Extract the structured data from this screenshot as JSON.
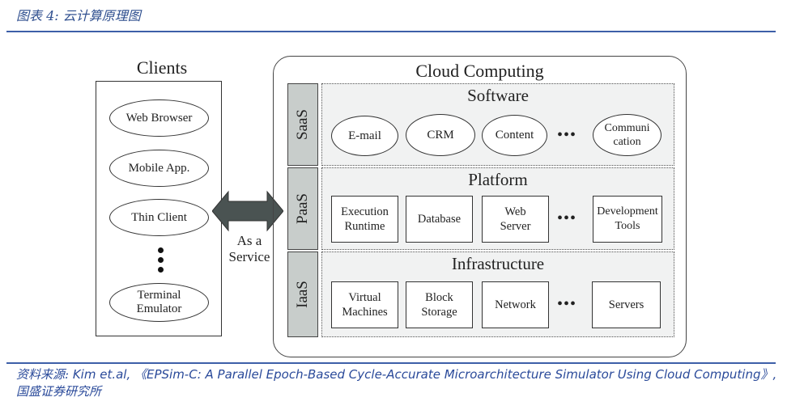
{
  "figure": {
    "title": "图表 4:  云计算原理图"
  },
  "clients": {
    "title": "Clients",
    "items": [
      "Web Browser",
      "Mobile App.",
      "Thin Client",
      "Terminal\nEmulator"
    ],
    "ellipsis": "vertical-dots"
  },
  "connector": {
    "icon": "double-arrow-icon",
    "label_line1": "As a",
    "label_line2": "Service",
    "color": "#4a5352"
  },
  "cloud": {
    "title": "Cloud Computing",
    "layers": [
      {
        "tag": "SaaS",
        "title": "Software",
        "shape": "ellipse",
        "items": [
          "E-mail",
          "CRM",
          "Content",
          "Communi\ncation"
        ]
      },
      {
        "tag": "PaaS",
        "title": "Platform",
        "shape": "rect",
        "items": [
          "Execution\nRuntime",
          "Database",
          "Web\nServer",
          "Development\nTools"
        ]
      },
      {
        "tag": "IaaS",
        "title": "Infrastructure",
        "shape": "rect",
        "items": [
          "Virtual\nMachines",
          "Block\nStorage",
          "Network",
          "Servers"
        ]
      }
    ],
    "ellipsis": "•••"
  },
  "source": {
    "prefix": "资料来源:",
    "text_en": " Kim et.al, 《EPSim-C: A Parallel Epoch-Based Cycle-Accurate  Microarchitecture Simulator Using Cloud Computing》,",
    "suffix": " 国盛证券研究所"
  },
  "colors": {
    "accent": "#3d5fa8",
    "side_label_fill": "#c8cdcb",
    "layer_fill": "#f1f2f2"
  }
}
